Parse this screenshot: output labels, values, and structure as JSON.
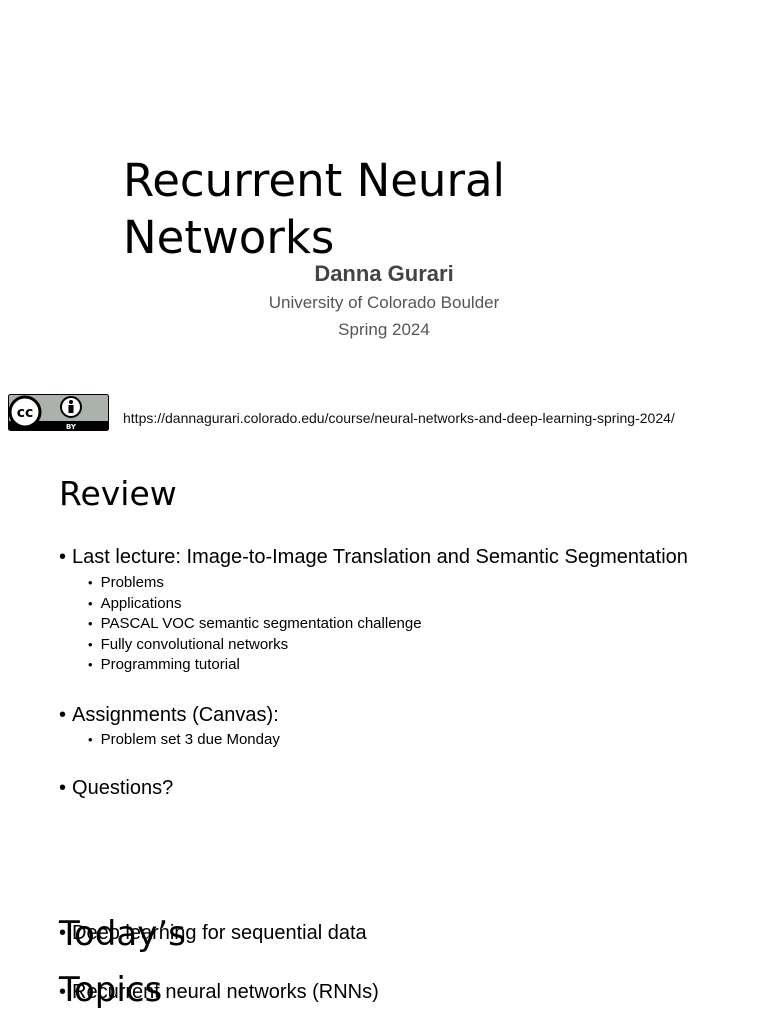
{
  "title_slide": {
    "title_line1": "Recurrent Neural",
    "title_line2": "Networks",
    "author": "Danna Gurari",
    "affiliation": "University of  Colorado Boulder",
    "term": "Spring 2024",
    "license_badge": {
      "cc_text": "cc",
      "by_text": "BY",
      "icon": "creative-commons-by-icon"
    },
    "course_url": "https://dannagurari.colorado.edu/course/neural-networks-and-deep-learning-spring-2024/"
  },
  "review_slide": {
    "heading": "Review",
    "items": [
      {
        "text": "Last lecture: Image-to-Image Translation and Semantic Segmentation",
        "subitems": [
          "Problems",
          "Applications",
          "PASCAL VOC semantic segmentation challenge",
          "Fully convolutional networks",
          "Programming tutorial"
        ]
      },
      {
        "text": "Assignments (Canvas):",
        "subitems": [
          "Problem set 3 due Monday"
        ]
      },
      {
        "text": "Questions?",
        "subitems": []
      }
    ]
  },
  "topics_slide": {
    "heading_line1": "Today’s",
    "heading_line2": "Topics",
    "items": [
      "Deep learning for sequential data",
      "Recurrent neural networks (RNNs)"
    ]
  }
}
